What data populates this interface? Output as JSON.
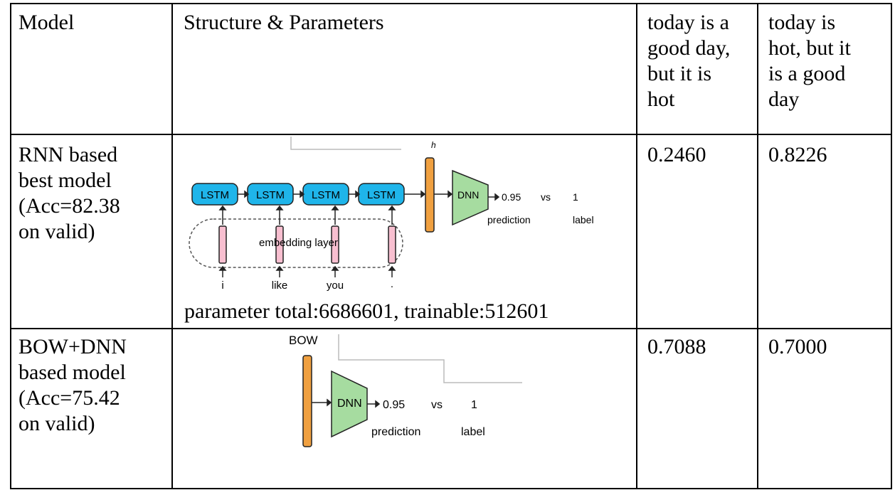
{
  "headers": {
    "model": "Model",
    "structure": "Structure & Parameters",
    "sent1": [
      "today is a",
      "good day,",
      "but it is",
      "hot"
    ],
    "sent2": [
      "today is",
      "hot, but it",
      "is a good",
      "day"
    ]
  },
  "rows": [
    {
      "model": [
        "RNN based",
        "best model",
        "(Acc=82.38",
        "on valid)"
      ],
      "diagram": {
        "h_label": "h",
        "lstm": [
          "LSTM",
          "LSTM",
          "LSTM",
          "LSTM"
        ],
        "embedding_label": "embedding layer",
        "words": [
          "i",
          "like",
          "you",
          "."
        ],
        "dnn": "DNN",
        "prediction_value": "0.95",
        "vs": "vs",
        "label_value": "1",
        "prediction_label": "prediction",
        "label_label": "label"
      },
      "params": "parameter total:6686601, trainable:512601",
      "score1": "0.2460",
      "score2": "0.8226"
    },
    {
      "model": [
        "BOW+DNN",
        "based model",
        "(Acc=75.42",
        "on valid)"
      ],
      "diagram": {
        "bow_label": "BOW",
        "dnn": "DNN",
        "prediction_value": "0.95",
        "vs": "vs",
        "label_value": "1",
        "prediction_label": "prediction",
        "label_label": "label"
      },
      "score1": "0.7088",
      "score2": "0.7000"
    }
  ],
  "colors": {
    "lstm_fill": "#1fb5ea",
    "bar_fill": "#f0a040",
    "dnn_fill": "#a6dca0",
    "embed_fill": "#f8bfd0"
  }
}
